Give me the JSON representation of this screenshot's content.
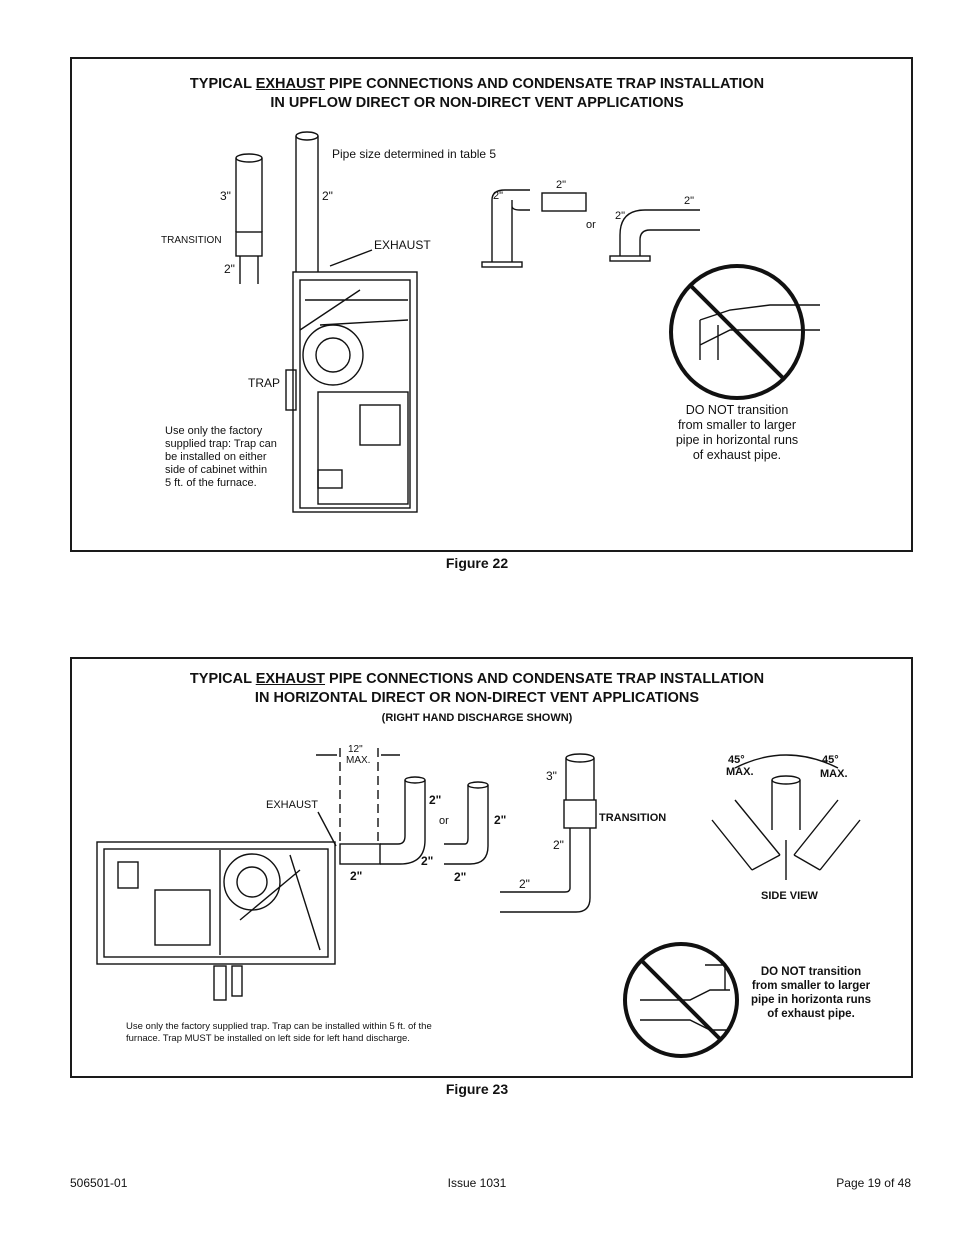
{
  "figure22": {
    "title_pre": "TYPICAL ",
    "title_underlined": "EXHAUST",
    "title_post": " PIPE CONNECTIONS AND CONDENSATE TRAP INSTALLATION",
    "title_line2": "IN UPFLOW DIRECT OR NON-DIRECT VENT APPLICATIONS",
    "labels": {
      "pipe_size": "Pipe size determined in table 5",
      "size_3in": "3\"",
      "size_2in_a": "2\"",
      "transition": "TRANSITION",
      "size_2in_b": "2\"",
      "exhaust": "EXHAUST",
      "trap": "TRAP",
      "elbow_2in_a": "2\"",
      "elbow_2in_b": "2\"",
      "or": "or",
      "elbow_2in_c": "2\"",
      "elbow_2in_d": "2\""
    },
    "note_lines": [
      "Use only the factory",
      "supplied trap: Trap can",
      "be installed on either",
      "side of cabinet within",
      "5 ft. of the furnace."
    ],
    "warning_lines": [
      "DO NOT transition",
      "from smaller to larger",
      "pipe in horizontal runs",
      "of exhaust pipe."
    ],
    "caption": "Figure 22"
  },
  "figure23": {
    "title_pre": "TYPICAL ",
    "title_underlined": "EXHAUST",
    "title_post": " PIPE CONNECTIONS AND CONDENSATE TRAP INSTALLATION",
    "title_line2": "IN HORIZONTAL DIRECT OR NON-DIRECT VENT APPLICATIONS",
    "subtitle": "(RIGHT HAND DISCHARGE SHOWN)",
    "labels": {
      "max12_a": "12\"",
      "max12_b": "MAX.",
      "exhaust": "EXHAUST",
      "e_2in_a": "2\"",
      "or": "or",
      "e_2in_b": "2\"",
      "e_2in_c": "2\"",
      "e_2in_d": "2\"",
      "e_2in_e": "2\"",
      "t_3in": "3\"",
      "transition": "TRANSITION",
      "t_2in_a": "2\"",
      "t_2in_b": "2\"",
      "deg_left": "45°",
      "max_left": "MAX.",
      "deg_right": "45°",
      "max_right": "MAX.",
      "side_view": "SIDE VIEW"
    },
    "note_lines": [
      "Use only the factory supplied trap.  Trap can be installed within 5 ft. of the",
      "furnace.  Trap MUST be installed on left side for left hand discharge."
    ],
    "warning_lines": [
      "DO NOT transition",
      "from smaller to larger",
      "pipe in horizonta runs",
      "of exhaust pipe."
    ],
    "caption": "Figure 23"
  },
  "footer": {
    "doc_number": "506501-01",
    "issue": "Issue 1031",
    "page": "Page 19 of 48"
  }
}
